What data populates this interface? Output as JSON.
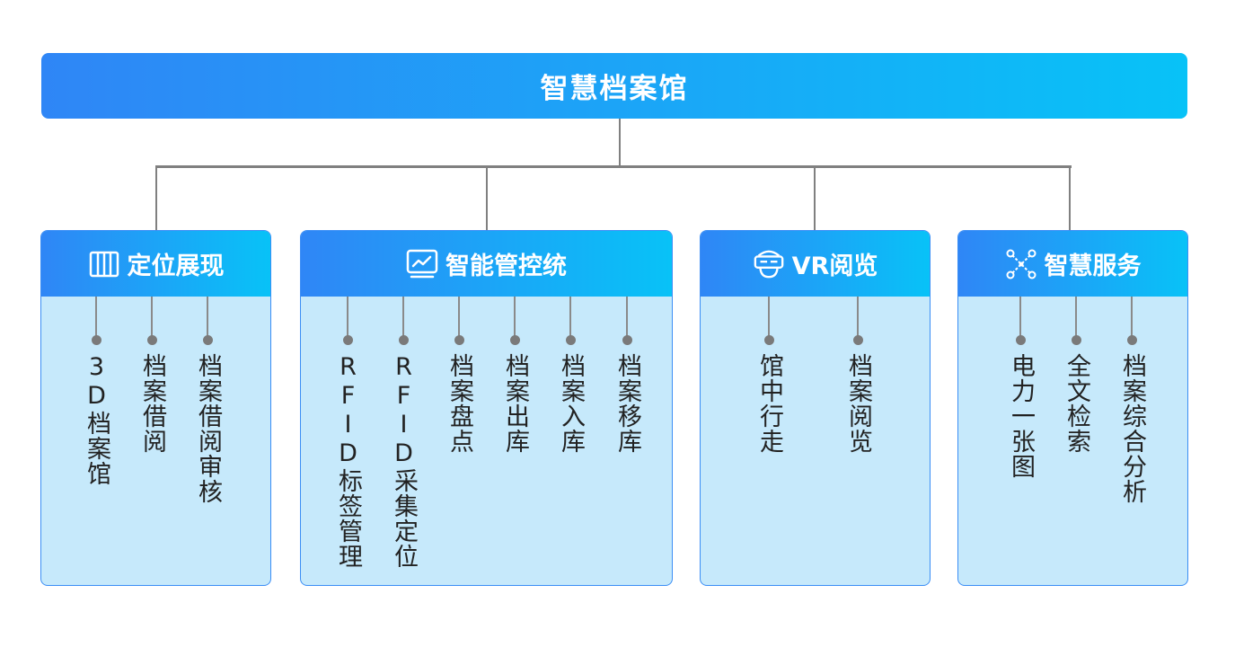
{
  "title": "智慧档案馆",
  "groups": [
    {
      "title": "定位展现",
      "icon": "columns-icon",
      "items": [
        "3D档案馆",
        "档案借阅",
        "档案借阅审核"
      ]
    },
    {
      "title": "智能管控统",
      "icon": "monitor-chart-icon",
      "items": [
        "RFID标签管理",
        "RFID采集定位",
        "档案盘点",
        "档案出库",
        "档案入库",
        "档案移库"
      ]
    },
    {
      "title": "VR阅览",
      "icon": "vr-headset-icon",
      "items": [
        "馆中行走",
        "档案阅览"
      ]
    },
    {
      "title": "智慧服务",
      "icon": "network-nodes-icon",
      "items": [
        "电力一张图",
        "全文检索",
        "档案综合分析"
      ]
    }
  ],
  "colors": {
    "header_gradient_start": "#2f86f6",
    "header_gradient_end": "#08c2f7",
    "card_body": "#c6e9fb",
    "connector": "#808080",
    "text": "#222222"
  }
}
